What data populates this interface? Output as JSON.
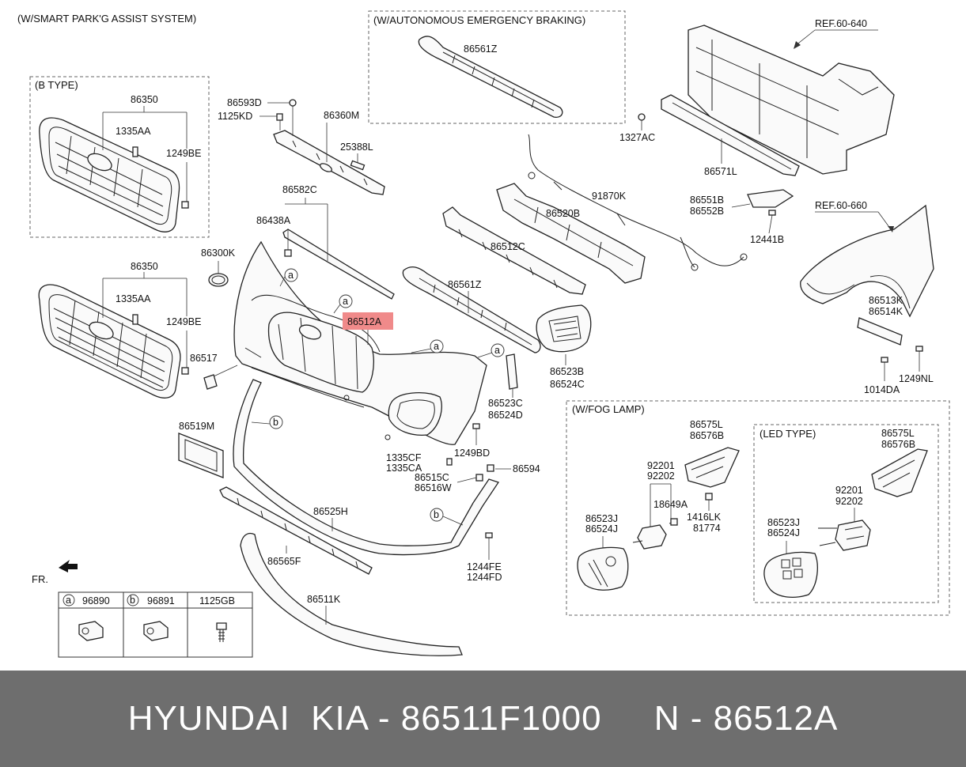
{
  "groups": {
    "smart_park": "(W/SMART PARK'G ASSIST SYSTEM)",
    "aeb": "(W/AUTONOMOUS EMERGENCY BRAKING)",
    "b_type": "(B TYPE)",
    "fog_lamp": "(W/FOG LAMP)",
    "led_type": "(LED TYPE)"
  },
  "refs": {
    "ref1": "REF.60-640",
    "ref2": "REF.60-660"
  },
  "parts": {
    "p86350_a": "86350",
    "p1335AA_a": "1335AA",
    "p1249BE_a": "1249BE",
    "p86350_b": "86350",
    "p1335AA_b": "1335AA",
    "p1249BE_b": "1249BE",
    "p86593D": "86593D",
    "p1125KD": "1125KD",
    "p86360M": "86360M",
    "p25388L": "25388L",
    "p86561Z_aeb": "86561Z",
    "p1327AC": "1327AC",
    "p86571L": "86571L",
    "p86582C": "86582C",
    "p86438A": "86438A",
    "p86300K": "86300K",
    "p86512A": "86512A",
    "p86517": "86517",
    "p86519M": "86519M",
    "p91870K": "91870K",
    "p86520B": "86520B",
    "p86512C": "86512C",
    "p86561Z": "86561Z",
    "p86551B": "86551B",
    "p86552B": "86552B",
    "p12441B": "12441B",
    "p86513K": "86513K",
    "p86514K": "86514K",
    "p1249NL": "1249NL",
    "p1014DA": "1014DA",
    "p86523B": "86523B",
    "p86524C": "86524C",
    "p86523C": "86523C",
    "p86524D": "86524D",
    "p1249BD": "1249BD",
    "p1335CF": "1335CF",
    "p1335CA": "1335CA",
    "p86594": "86594",
    "p86515C": "86515C",
    "p86516W": "86516W",
    "p86525H": "86525H",
    "p86565F": "86565F",
    "p1244FE": "1244FE",
    "p1244FD": "1244FD",
    "p86511K": "86511K",
    "fog_86575L": "86575L",
    "fog_86576B": "86576B",
    "fog_92201": "92201",
    "fog_92202": "92202",
    "fog_18649A": "18649A",
    "fog_1416LK": "1416LK",
    "fog_81774": "81774",
    "fog_86523J": "86523J",
    "fog_86524J": "86524J",
    "led_86575L": "86575L",
    "led_86576B": "86576B",
    "led_92201": "92201",
    "led_92202": "92202",
    "led_86523J": "86523J",
    "led_86524J": "86524J"
  },
  "markers": {
    "a": "a",
    "b": "b"
  },
  "direction": "FR.",
  "legend": {
    "col1_marker": "a",
    "col1_part": "96890",
    "col2_marker": "b",
    "col2_part": "96891",
    "col3_part": "1125GB"
  },
  "footer": {
    "text": "HYUNDAI  KIA - 86511F1000     N - 86512A"
  },
  "colors": {
    "highlight": "#f08a8a",
    "footer_bg": "#6e6e6e",
    "footer_text": "#ffffff"
  }
}
